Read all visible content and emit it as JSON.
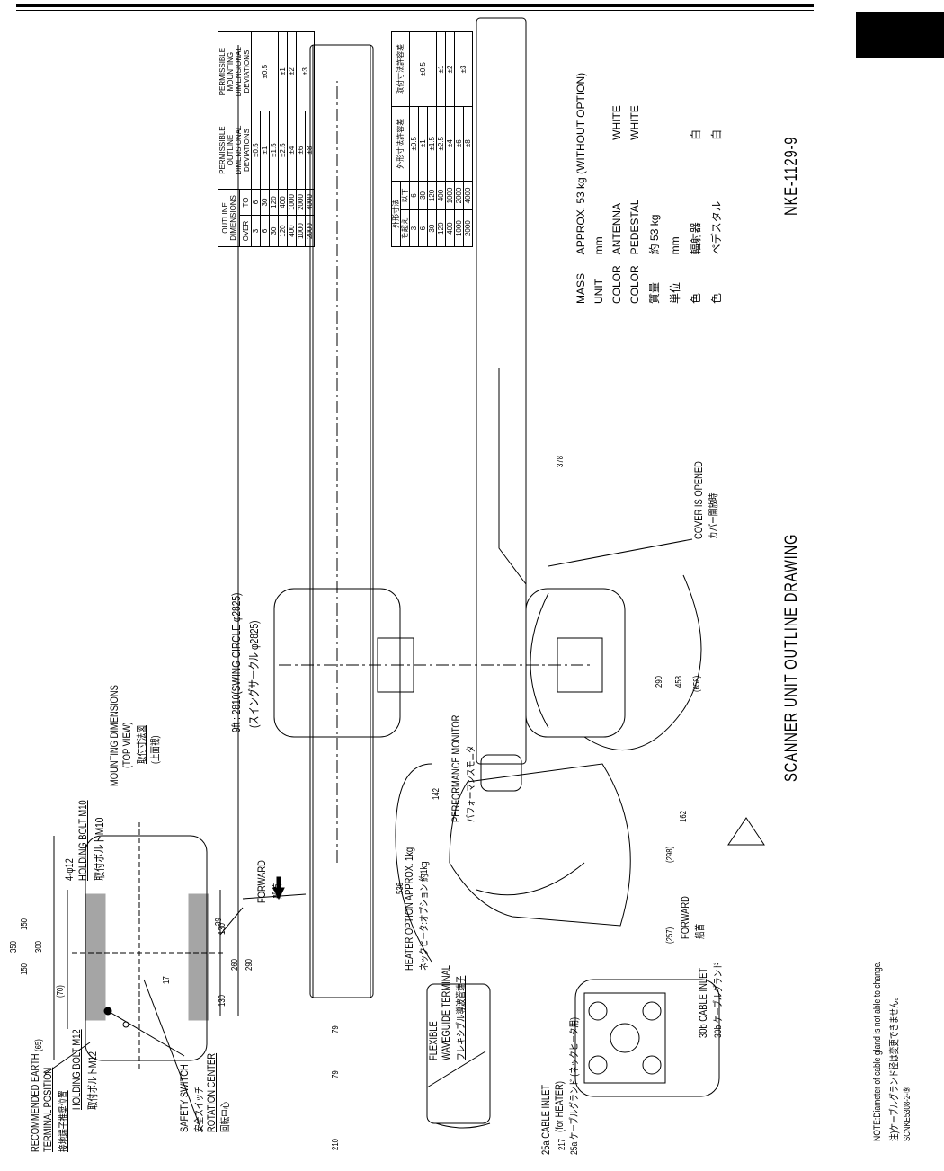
{
  "drawing": {
    "title": "SCANNER UNIT OUTLINE DRAWING",
    "number": "NKE-1129-9",
    "footnote_en": "NOTE:Diameter of cable gland is not able to change.",
    "footnote_jp": "注)ケーブルグランド径は変更できません。",
    "ref_code": "SCNKE5308-2-⑨"
  },
  "labels": {
    "earth_terminal_1": "RECOMMENDED EARTH",
    "earth_terminal_2": "TERMINAL POSITION",
    "earth_terminal_jp": "接地端子推奨位置",
    "holding_bolt_m12": "HOLDING BOLT M12",
    "holding_bolt_m12_jp": "取付ボルトM12",
    "safety_switch": "SAFETY SWITCH",
    "safety_switch_jp": "安全スイッチ",
    "rotation_center": "ROTATION CENTER",
    "rotation_center_jp": "回転中心",
    "flexible_wg_1": "FLEXIBLE",
    "flexible_wg_2": "WAVEGUIDE TERMINAL",
    "flexible_wg_jp": "フレキシブル導波管端子",
    "cable_inlet_25a_1": "25a CABLE INLET",
    "cable_inlet_25a_2": "(for HEATER)",
    "cable_inlet_25a_jp": "25a ケーブルグランド (ネックヒータ用)",
    "cable_inlet_30b": "30b CABLE INLET",
    "cable_inlet_30b_jp": "30b ケーブルグランド",
    "heater_option": "HEATER:OPTION APPROX. 1kg",
    "heater_option_jp": "ネックヒータ:オプション 約1kg",
    "forward_1": "FORWARD",
    "forward_1_jp": "船首",
    "forward_2": "FORWARD",
    "forward_2_jp": "船首",
    "holding_bolt_m10": "HOLDING BOLT M10",
    "holding_bolt_m10_jp": "取付ボルトM10",
    "hole_spec": "4-φ12",
    "mounting_dims_1": "MOUNTING DIMENSIONS",
    "mounting_dims_2": "(TOP VIEW)",
    "mounting_dims_jp1": "取付寸法図",
    "mounting_dims_jp2": "(上面視)",
    "performance_monitor": "PERFORMANCE MONITOR",
    "performance_monitor_jp": "パフォーマンスモニタ",
    "swing_circle": "9ft : 2810(SWING CIRCLE φ2825)",
    "swing_circle_jp": "(スイングサークル φ2825)",
    "cover_opened": "COVER IS OPENED",
    "cover_opened_jp": "カバー開放時"
  },
  "dimensions": {
    "d350": "350",
    "d300": "300",
    "d150a": "150",
    "d150b": "150",
    "d70": "(70)",
    "d65": "(65)",
    "d17": "17",
    "d39": "39",
    "d290a": "290",
    "d260": "260",
    "d130a": "130",
    "d130b": "130",
    "d210": "210",
    "d79a": "79",
    "d79b": "79",
    "d217": "217",
    "d536": "536",
    "d257": "(257)",
    "d298": "(298)",
    "d162": "162",
    "d142": "142",
    "d290b": "290",
    "d458": "458",
    "d658": "(658)",
    "d378": "378"
  },
  "tolerance_en": {
    "head_outline": "OUTLINE DIMENSIONS",
    "head_over": "OVER",
    "head_to": "TO",
    "head_outline_dev": "PERMISSIBLE OUTLINE DIMENSIONAL DEVIATIONS",
    "head_mount_dev": "PERMISSIBLE MOUNTING DIMENSIONAL DEVIATIONS",
    "rows": [
      {
        "over": "3",
        "to": "6",
        "dev": "±0.5"
      },
      {
        "over": "6",
        "to": "30",
        "dev": "±1"
      },
      {
        "over": "30",
        "to": "120",
        "dev": "±1.5"
      },
      {
        "over": "120",
        "to": "400",
        "dev": "±2.5"
      },
      {
        "over": "400",
        "to": "1000",
        "dev": "±4"
      },
      {
        "over": "1000",
        "to": "2000",
        "dev": "±6"
      },
      {
        "over": "2000",
        "to": "4000",
        "dev": "±8"
      }
    ],
    "mount": [
      "±0.5",
      "±1",
      "±2",
      "±3"
    ]
  },
  "tolerance_jp": {
    "head_outline": "外形寸法",
    "head_over": "を超え",
    "head_to": "以下",
    "head_outline_dev": "外形寸法許容差",
    "head_mount_dev": "取付寸法許容差",
    "rows": [
      {
        "over": "3",
        "to": "6",
        "dev": "±0.5"
      },
      {
        "over": "6",
        "to": "30",
        "dev": "±1"
      },
      {
        "over": "30",
        "to": "120",
        "dev": "±1.5"
      },
      {
        "over": "120",
        "to": "400",
        "dev": "±2.5"
      },
      {
        "over": "400",
        "to": "1000",
        "dev": "±4"
      },
      {
        "over": "1000",
        "to": "2000",
        "dev": "±6"
      },
      {
        "over": "2000",
        "to": "4000",
        "dev": "±8"
      }
    ],
    "mount": [
      "±0.5",
      "±1",
      "±2",
      "±3"
    ]
  },
  "specs": {
    "mass_label": "MASS",
    "mass_value": "APPROX. 53 kg (WITHOUT OPTION)",
    "unit_label": "UNIT",
    "unit_value": "mm",
    "color_label_1": "COLOR",
    "color_item_1": "ANTENNA",
    "color_value_1": "WHITE",
    "color_label_2": "COLOR",
    "color_item_2": "PEDESTAL",
    "color_value_2": "WHITE",
    "mass_label_jp": "質量",
    "mass_value_jp": "約 53 kg",
    "unit_label_jp": "単位",
    "unit_value_jp": "mm",
    "color_label_jp1": "色",
    "color_item_jp1": "輻射器",
    "color_value_jp1": "白",
    "color_label_jp2": "色",
    "color_item_jp2": "ペデスタル",
    "color_value_jp2": "白"
  }
}
